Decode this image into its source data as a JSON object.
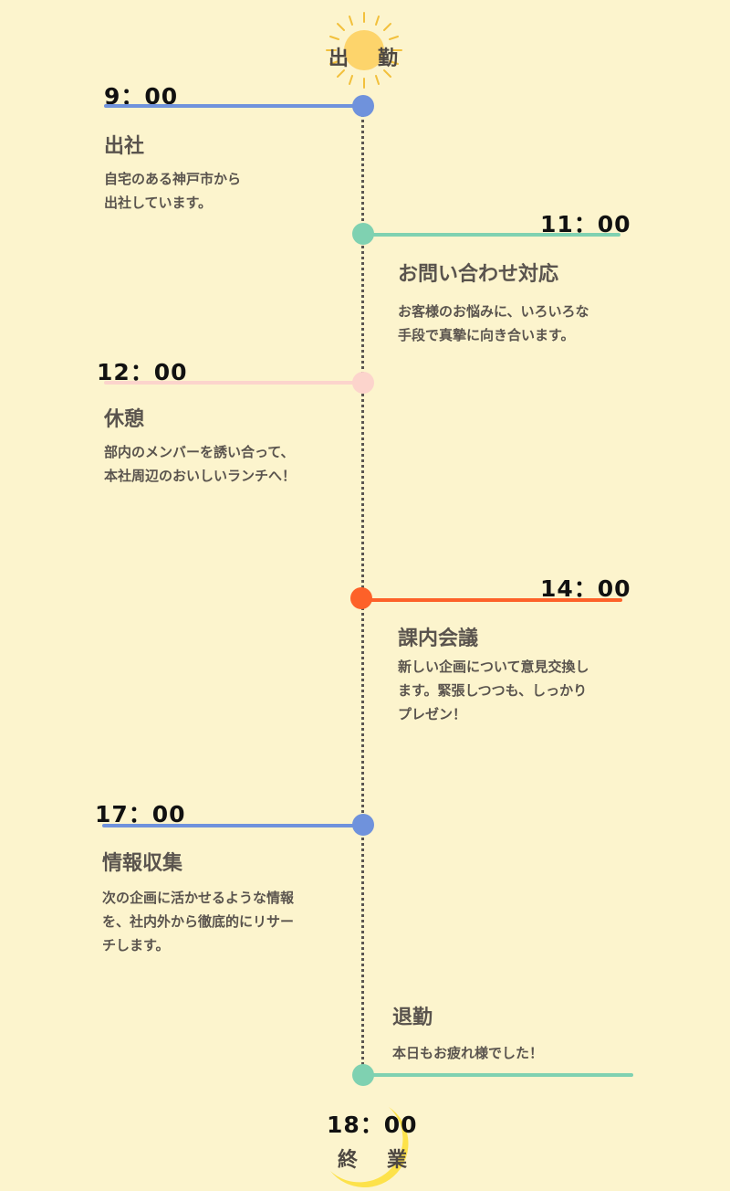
{
  "header": {
    "label_left": "出",
    "label_right": "勤"
  },
  "events": [
    {
      "time": "9：00",
      "title": "出社",
      "desc": "自宅のある神戸市から\n出社しています。"
    },
    {
      "time": "11：00",
      "title": "お問い合わせ対応",
      "desc": "お客様のお悩みに、いろいろな\n手段で真摯に向き合います。"
    },
    {
      "time": "12：00",
      "title": "休憩",
      "desc": "部内のメンバーを誘い合って、\n本社周辺のおいしいランチへ！"
    },
    {
      "time": "14：00",
      "title": "課内会議",
      "desc": "新しい企画について意見交換し\nます。緊張しつつも、しっかり\nプレゼン！"
    },
    {
      "time": "17：00",
      "title": "情報収集",
      "desc": "次の企画に活かせるような情報\nを、社内外から徹底的にリサー\nチします。"
    },
    {
      "title": "退勤",
      "desc": "本日もお疲れ様でした！"
    }
  ],
  "footer": {
    "time": "18：00",
    "label_left": "終",
    "label_right": "業"
  },
  "colors": {
    "background": "#fcf4cd",
    "blue": "#6f92dc",
    "green": "#7fd1b1",
    "pink": "#fcd4cc",
    "orange": "#fd6129",
    "sun": "#fdd46b",
    "moon": "#fde24a"
  }
}
